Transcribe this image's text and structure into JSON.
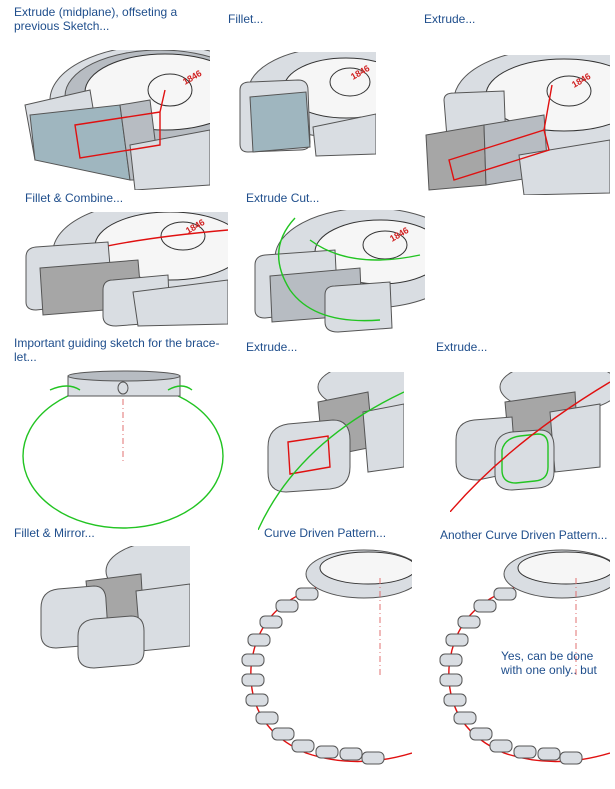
{
  "steps": [
    {
      "caption": "Extrude (midplane), offseting a previous Sketch..."
    },
    {
      "caption": "Fillet..."
    },
    {
      "caption": "Extrude..."
    },
    {
      "caption": "Fillet & Combine..."
    },
    {
      "caption": "Extrude Cut..."
    },
    {
      "caption": "Important guiding sketch for the brace-let..."
    },
    {
      "caption": "Extrude..."
    },
    {
      "caption": "Extrude..."
    },
    {
      "caption": "Fillet & Mirror..."
    },
    {
      "caption": "Curve Driven Pattern..."
    },
    {
      "caption": "Another Curve Driven Pattern..."
    }
  ],
  "note": "Yes, can be done with one only.. but",
  "dial_label": "1846",
  "colors": {
    "caption": "#1f4e8c",
    "highlight_red": "#e01010",
    "sketch_green": "#22c422"
  }
}
